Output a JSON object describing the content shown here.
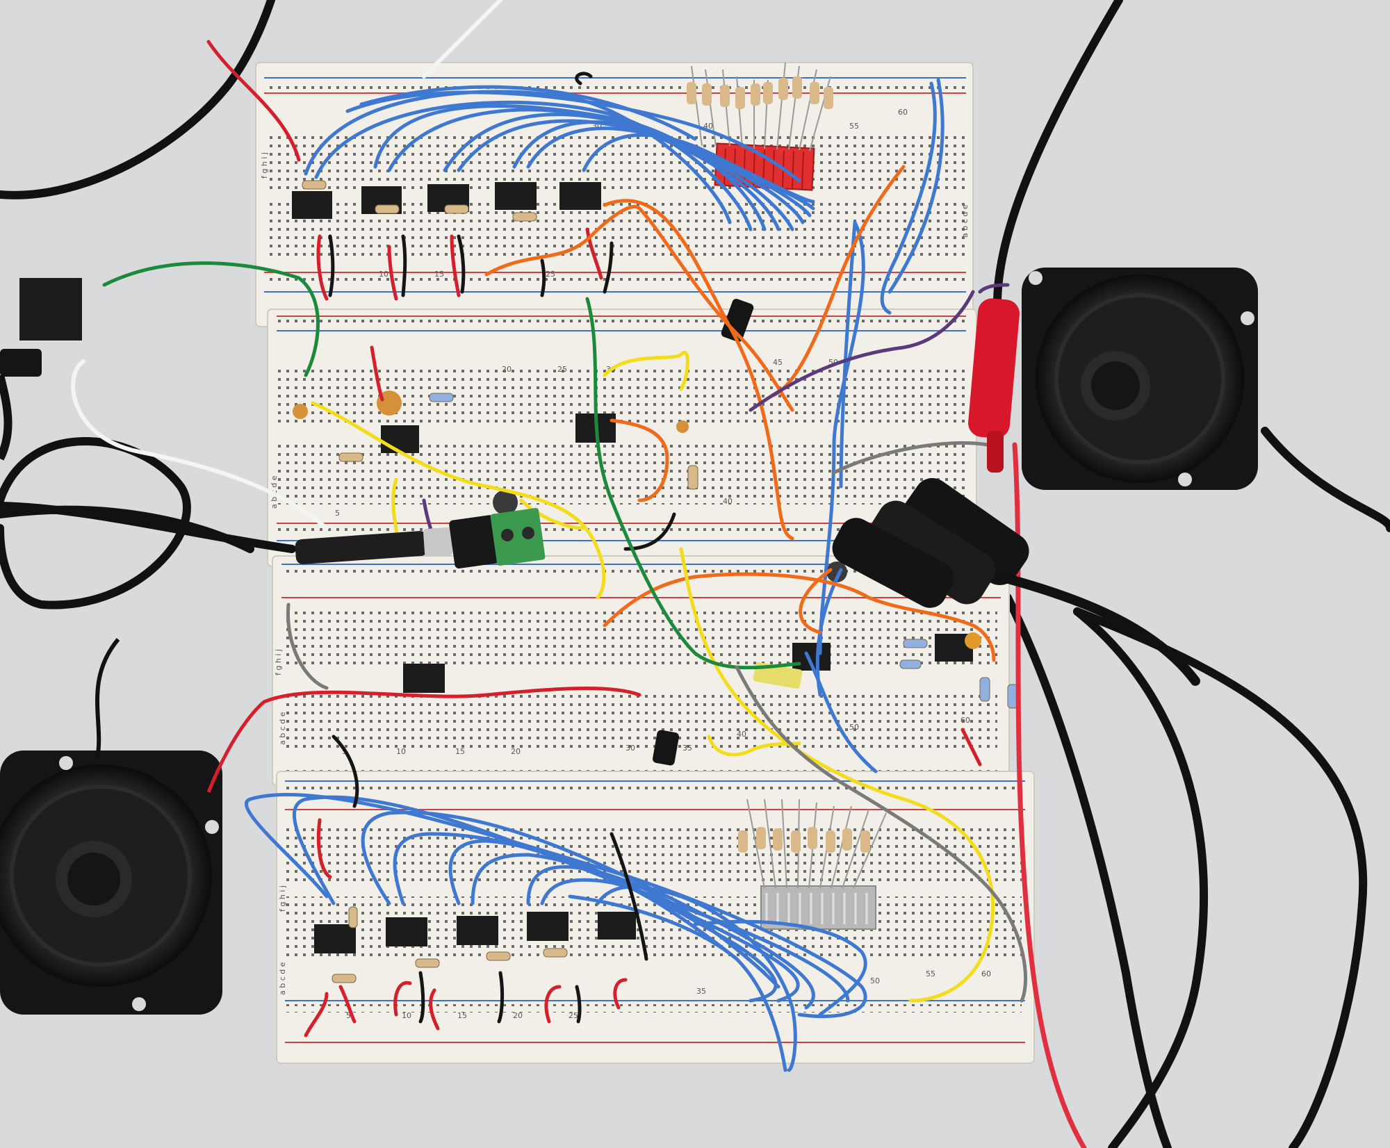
{
  "scene": {
    "background": "#d9dadc",
    "board": "#f1efe8",
    "rail_red": "#d04040",
    "rail_blue": "#3a72c8",
    "wire_colors": {
      "blue": "#3f78d0",
      "red": "#d4202c",
      "black": "#151515",
      "orange": "#f06a1a",
      "yellow": "#f2dc1c",
      "green": "#1c8a3c",
      "gray": "#7a7a7a",
      "purple": "#5a3a7a"
    },
    "led_bar_top": "#e23030",
    "led_bar_bottom": "#b8b8b8"
  },
  "labels": {
    "top_board": [
      "30",
      "40",
      "55",
      "60",
      "f g h i j",
      "a b c d e",
      "10",
      "15",
      "25"
    ],
    "middle_board": [
      "20",
      "25",
      "30",
      "45",
      "50",
      "40",
      "a b c d e",
      "5"
    ],
    "lower_board": [
      "10",
      "15",
      "20",
      "30",
      "35",
      "40",
      "50",
      "60",
      "f g h i j",
      "a b c d e",
      "5"
    ],
    "bottom_board": [
      "35",
      "50",
      "55",
      "60",
      "a b c d e",
      "f g h i j",
      "5",
      "10",
      "15",
      "20",
      "25"
    ]
  }
}
